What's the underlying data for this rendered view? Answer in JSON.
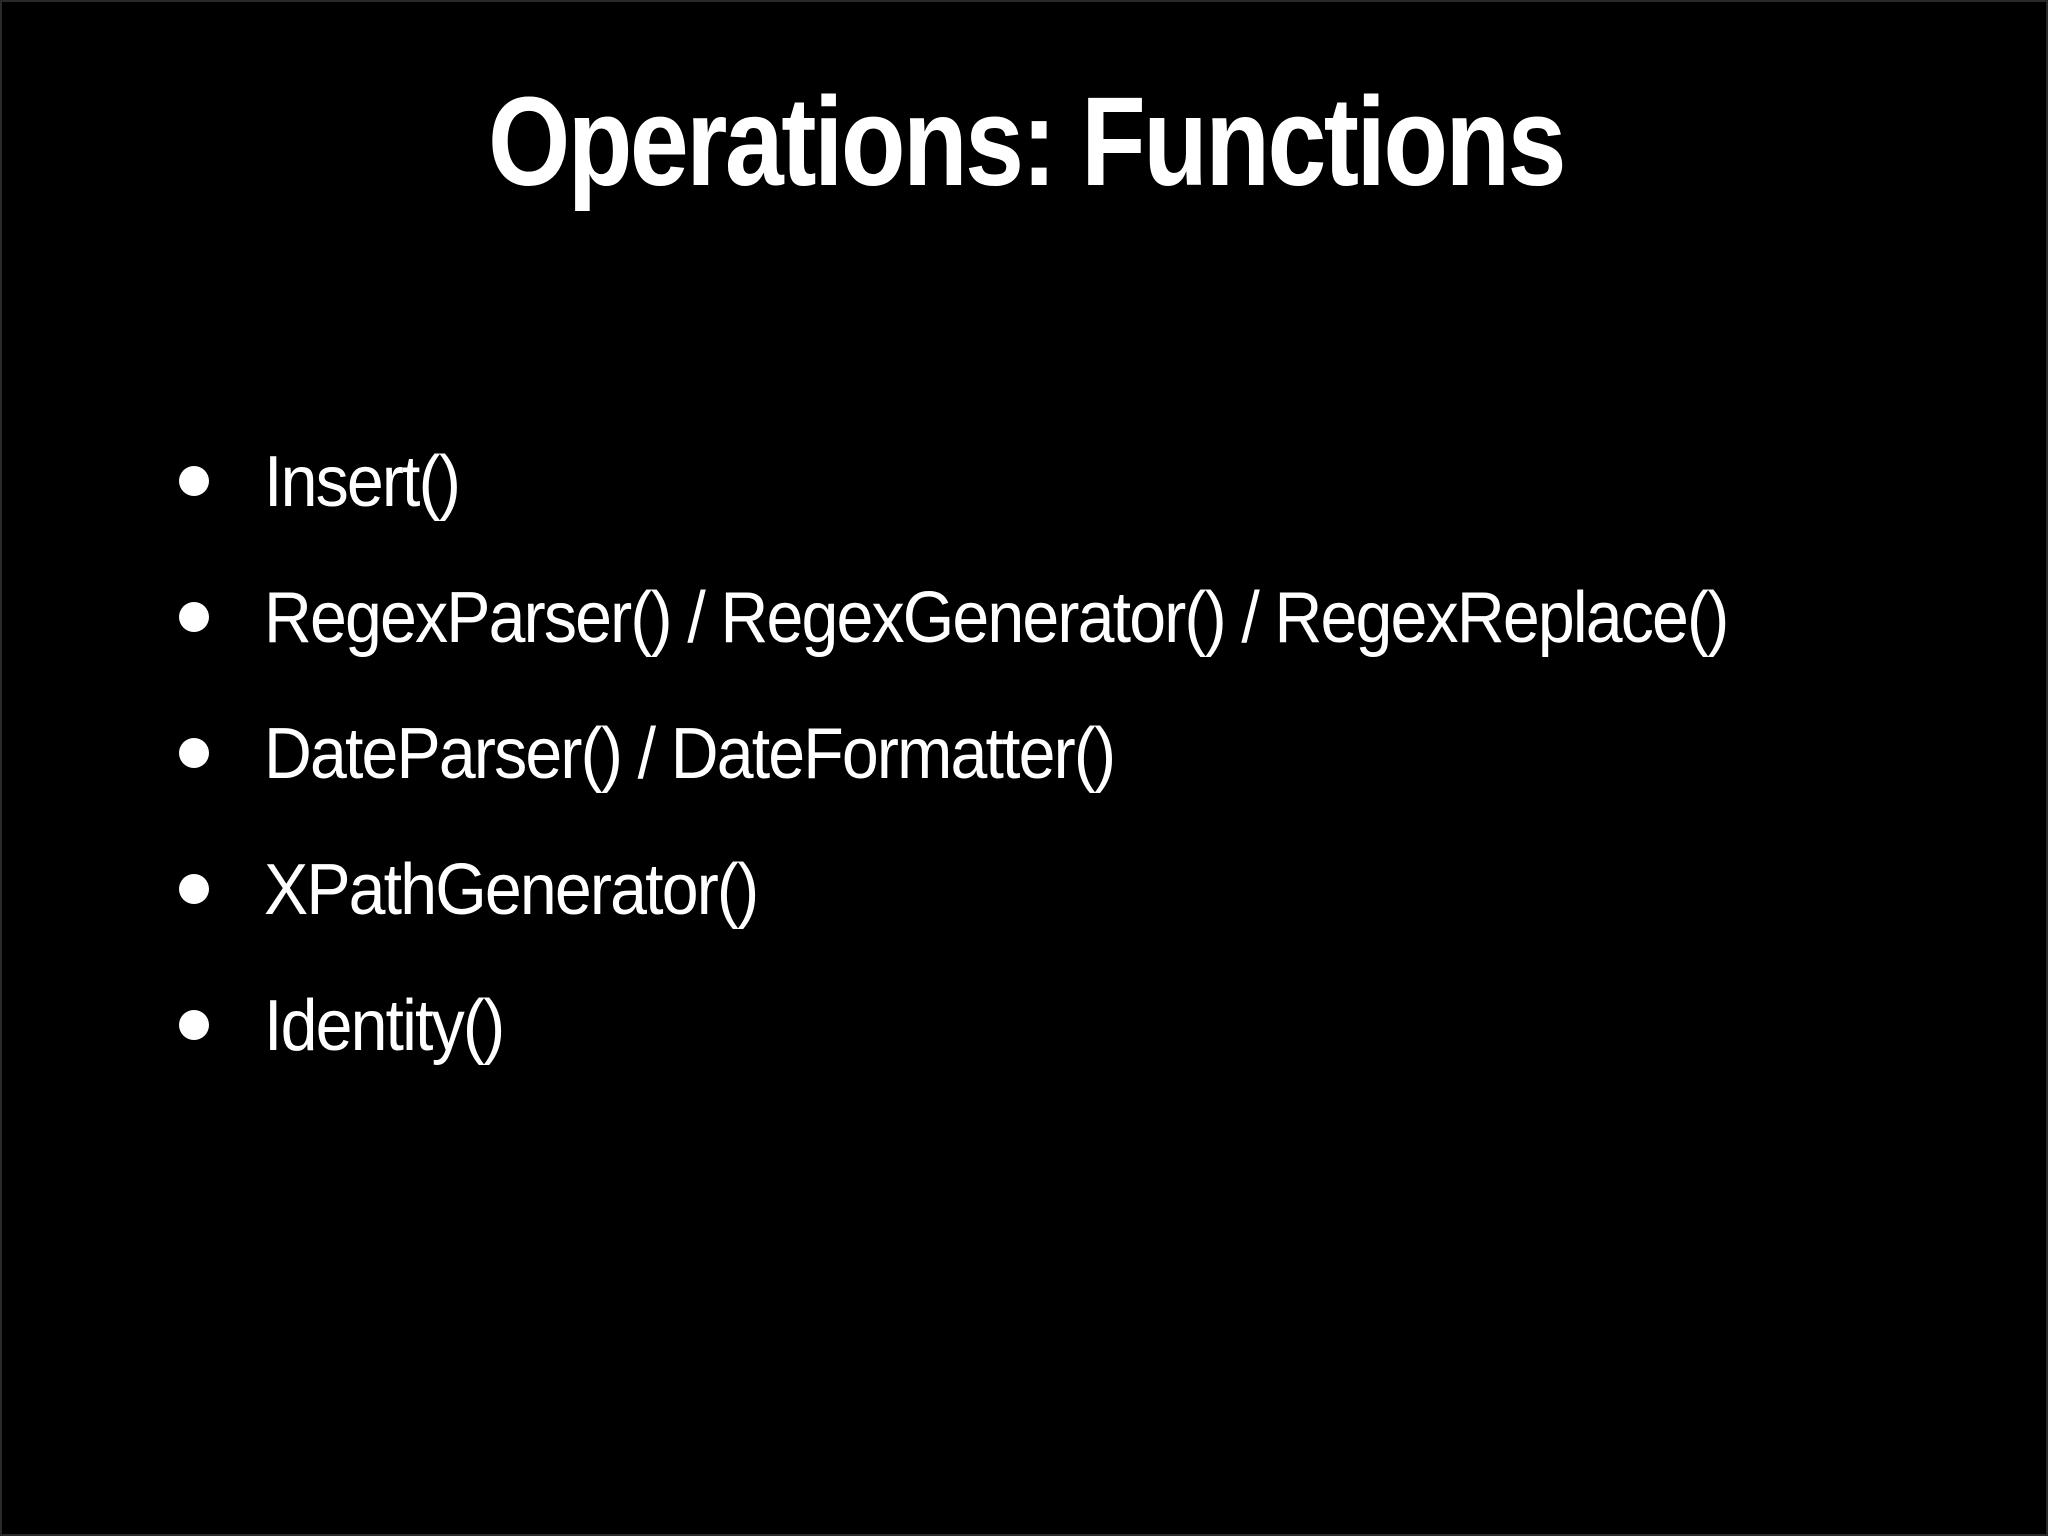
{
  "slide": {
    "title": "Operations: Functions",
    "bullets": [
      "Insert()",
      "RegexParser() / RegexGenerator() / RegexReplace()",
      "DateParser() / DateFormatter()",
      "XPathGenerator()",
      "Identity()"
    ],
    "colors": {
      "background": "#000000",
      "text": "#ffffff"
    }
  }
}
